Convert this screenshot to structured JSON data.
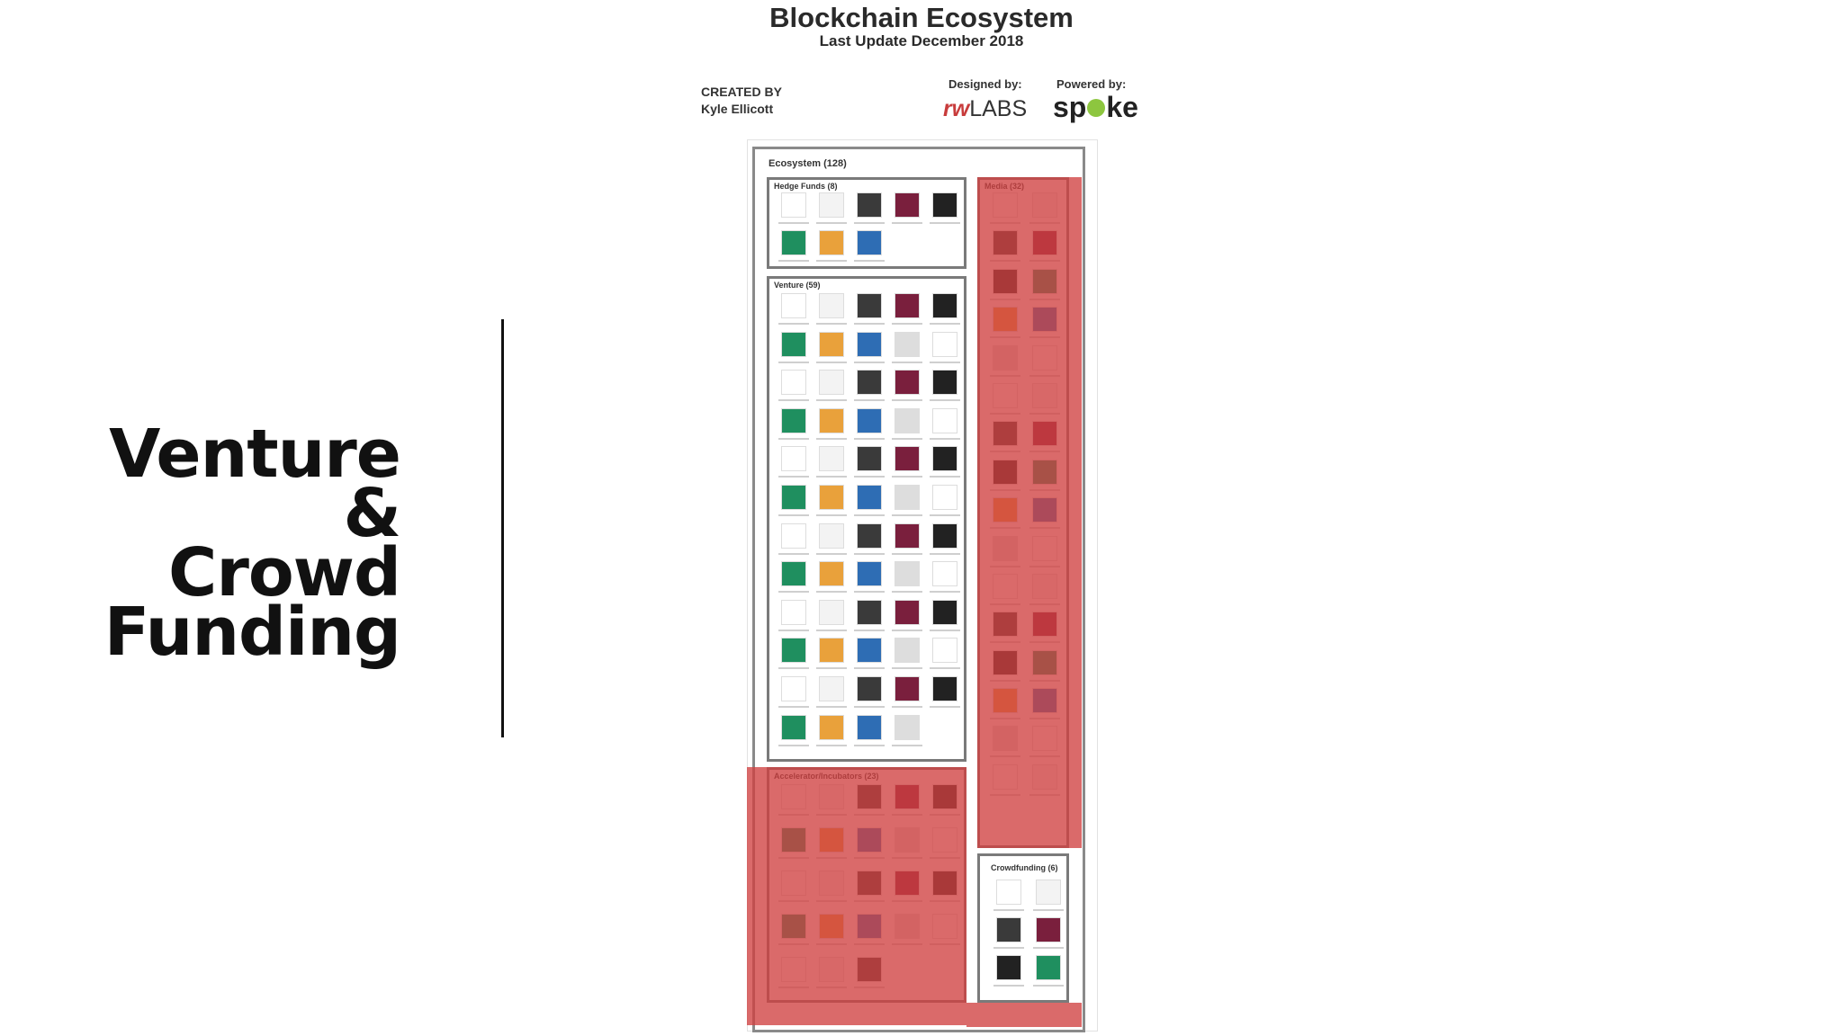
{
  "header": {
    "title": "Blockchain Ecosystem",
    "subtitle": "Last Update December 2018",
    "created_by_label": "CREATED BY",
    "created_by_name": "Kyle Ellicott",
    "designed_by_label": "Designed by:",
    "designed_by_logo_rw": "rw",
    "designed_by_logo_labs": "LABS",
    "powered_by_label": "Powered by:",
    "powered_by_logo_pre": "sp",
    "powered_by_logo_post": "ke"
  },
  "slide_heading": [
    "Venture",
    "& Crowd",
    "Funding"
  ],
  "poster": {
    "ecosystem_label": "Ecosystem (128)",
    "sections": {
      "hedge_funds": {
        "label": "Hedge Funds (8)",
        "count": 8
      },
      "venture": {
        "label": "Venture (59)",
        "count": 59
      },
      "accelerators": {
        "label": "Accelerator/Incubators (23)",
        "count": 23
      },
      "media": {
        "label": "Media (32)",
        "count": 32
      },
      "crowdfunding": {
        "label": "Crowdfunding (6)",
        "count": 6
      }
    },
    "highlight_color": "#d04040"
  }
}
